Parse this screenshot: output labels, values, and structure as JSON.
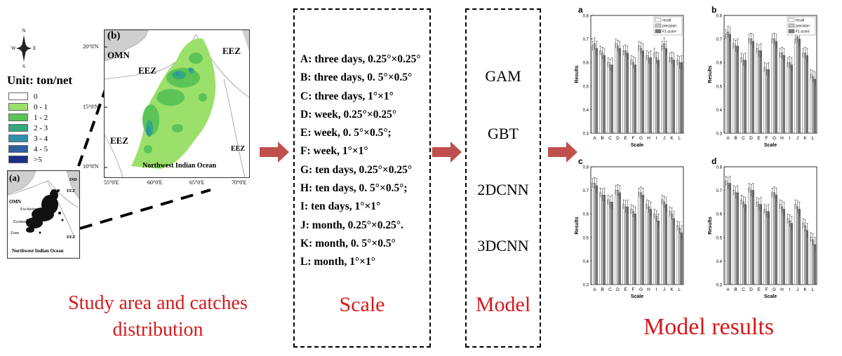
{
  "left": {
    "compass": {
      "n": "N",
      "s": "S",
      "e": "E",
      "w": "W"
    },
    "unit_title": "Unit: ton/net",
    "legend": [
      {
        "label": "0",
        "color": "#ffffff"
      },
      {
        "label": "0 - 1",
        "color": "#9be06a"
      },
      {
        "label": "1 - 2",
        "color": "#5cc357"
      },
      {
        "label": "2 - 3",
        "color": "#35a87d"
      },
      {
        "label": "3 - 4",
        "color": "#2e90a8"
      },
      {
        "label": "4 - 5",
        "color": "#2f5f9e"
      },
      {
        "label": ">5",
        "color": "#1a2f86"
      }
    ],
    "map_a": {
      "panel": "(a)",
      "omn": "OMN",
      "exclusive": "Exclusive",
      "economic": "Economic",
      "zone": "Zone",
      "ind": "IND",
      "eez": "EEZ",
      "ocean": "Northwest Indian Ocean"
    },
    "map_b": {
      "panel": "(b)",
      "omn": "OMN",
      "eez": "EEZ",
      "ocean": "Northwest Indian Ocean",
      "lat": [
        "20°0'N",
        "15°0'N",
        "10°0'N"
      ],
      "lon": [
        "55°0'E",
        "60°0'E",
        "65°0'E",
        "70°0'E"
      ]
    },
    "caption_line1": "Study area and catches",
    "caption_line2": "distribution"
  },
  "scale": {
    "lines": [
      "A: three days, 0.25°×0.25°",
      "B: three days, 0. 5°×0.5°",
      "C: three days, 1°×1°",
      "D: week, 0.25°×0.25°",
      "E: week, 0. 5°×0.5°;",
      "F: week, 1°×1°",
      "G: ten days, 0.25°×0.25°",
      "H: ten days, 0. 5°×0.5°;",
      "I: ten days, 1°×1°",
      "J: month, 0.25°×0.25°.",
      "K: month, 0. 5°×0.5°",
      "L: month, 1°×1°"
    ],
    "caption": "Scale"
  },
  "models": {
    "items": [
      "GAM",
      "GBT",
      "2DCNN",
      "3DCNN"
    ],
    "caption": "Model"
  },
  "results_caption": "Model results",
  "colors": {
    "arrow": "#c0504d",
    "red_text": "#d7191c",
    "recall": "#ffffff",
    "precision": "#c8c8c8",
    "f1": "#7a7a7a"
  },
  "chart_data": [
    {
      "type": "bar",
      "panel": "a",
      "title": "a",
      "xlabel": "Scale",
      "ylabel": "Results",
      "ylim": [
        0.3,
        0.8
      ],
      "categories": [
        "A",
        "B",
        "C",
        "D",
        "E",
        "F",
        "G",
        "H",
        "I",
        "J",
        "K",
        "L"
      ],
      "series": [
        {
          "name": "recall",
          "values": [
            0.67,
            0.65,
            0.6,
            0.68,
            0.65,
            0.61,
            0.67,
            0.63,
            0.64,
            0.67,
            0.62,
            0.61
          ]
        },
        {
          "name": "precision",
          "values": [
            0.68,
            0.64,
            0.59,
            0.67,
            0.65,
            0.6,
            0.66,
            0.62,
            0.62,
            0.68,
            0.62,
            0.6
          ]
        },
        {
          "name": "F1-score",
          "values": [
            0.66,
            0.63,
            0.59,
            0.66,
            0.64,
            0.59,
            0.65,
            0.62,
            0.61,
            0.66,
            0.61,
            0.6
          ]
        }
      ],
      "legend": "top-right"
    },
    {
      "type": "bar",
      "panel": "b",
      "title": "b",
      "xlabel": "Scale",
      "ylabel": "Results",
      "ylim": [
        0.3,
        0.8
      ],
      "categories": [
        "A",
        "B",
        "C",
        "D",
        "E",
        "F",
        "G",
        "H",
        "I",
        "J",
        "K",
        "L"
      ],
      "series": [
        {
          "name": "recall",
          "values": [
            0.72,
            0.68,
            0.62,
            0.7,
            0.66,
            0.58,
            0.7,
            0.64,
            0.6,
            0.7,
            0.64,
            0.55
          ]
        },
        {
          "name": "precision",
          "values": [
            0.73,
            0.67,
            0.61,
            0.7,
            0.65,
            0.57,
            0.7,
            0.64,
            0.6,
            0.71,
            0.64,
            0.54
          ]
        },
        {
          "name": "F1-score",
          "values": [
            0.72,
            0.67,
            0.61,
            0.69,
            0.65,
            0.57,
            0.69,
            0.63,
            0.59,
            0.7,
            0.63,
            0.53
          ]
        }
      ],
      "legend": "top-right"
    },
    {
      "type": "bar",
      "panel": "c",
      "title": "c",
      "xlabel": "Scale",
      "ylabel": "Results",
      "ylim": [
        0.3,
        0.8
      ],
      "categories": [
        "A",
        "B",
        "C",
        "D",
        "E",
        "F",
        "G",
        "H",
        "I",
        "J",
        "K",
        "L"
      ],
      "series": [
        {
          "name": "recall",
          "values": [
            0.73,
            0.69,
            0.66,
            0.7,
            0.64,
            0.62,
            0.69,
            0.64,
            0.6,
            0.66,
            0.61,
            0.55
          ]
        },
        {
          "name": "precision",
          "values": [
            0.73,
            0.68,
            0.65,
            0.7,
            0.63,
            0.61,
            0.69,
            0.63,
            0.59,
            0.65,
            0.6,
            0.54
          ]
        },
        {
          "name": "F1-score",
          "values": [
            0.72,
            0.68,
            0.65,
            0.69,
            0.63,
            0.6,
            0.68,
            0.62,
            0.57,
            0.64,
            0.58,
            0.52
          ]
        }
      ]
    },
    {
      "type": "bar",
      "panel": "d",
      "title": "d",
      "xlabel": "Scale",
      "ylabel": "Results",
      "ylim": [
        0.3,
        0.8
      ],
      "categories": [
        "A",
        "B",
        "C",
        "D",
        "E",
        "F",
        "G",
        "H",
        "I",
        "J",
        "K",
        "L"
      ],
      "series": [
        {
          "name": "recall",
          "values": [
            0.74,
            0.7,
            0.66,
            0.71,
            0.65,
            0.62,
            0.69,
            0.64,
            0.58,
            0.64,
            0.56,
            0.5
          ]
        },
        {
          "name": "precision",
          "values": [
            0.73,
            0.69,
            0.65,
            0.7,
            0.64,
            0.61,
            0.69,
            0.63,
            0.57,
            0.63,
            0.55,
            0.49
          ]
        },
        {
          "name": "F1-score",
          "values": [
            0.73,
            0.69,
            0.64,
            0.7,
            0.64,
            0.61,
            0.68,
            0.62,
            0.56,
            0.62,
            0.53,
            0.47
          ]
        }
      ]
    }
  ]
}
